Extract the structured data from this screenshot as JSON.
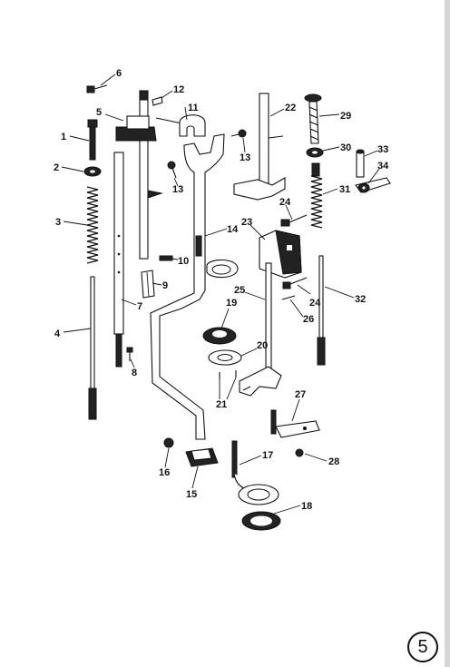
{
  "page_number": "5",
  "part_labels": {
    "p1": "1",
    "p2": "2",
    "p3": "3",
    "p4": "4",
    "p5": "5",
    "p6": "6",
    "p7": "7",
    "p8": "8",
    "p9": "9",
    "p10": "10",
    "p11": "11",
    "p12": "12",
    "p13a": "13",
    "p13b": "13",
    "p14": "14",
    "p15": "15",
    "p16": "16",
    "p17": "17",
    "p18": "18",
    "p19": "19",
    "p20": "20",
    "p21": "21",
    "p22": "22",
    "p23": "23",
    "p24a": "24",
    "p24b": "24",
    "p25": "25",
    "p26": "26",
    "p27": "27",
    "p28": "28",
    "p29": "29",
    "p30": "30",
    "p31": "31",
    "p32": "32",
    "p33": "33",
    "p34": "34"
  }
}
